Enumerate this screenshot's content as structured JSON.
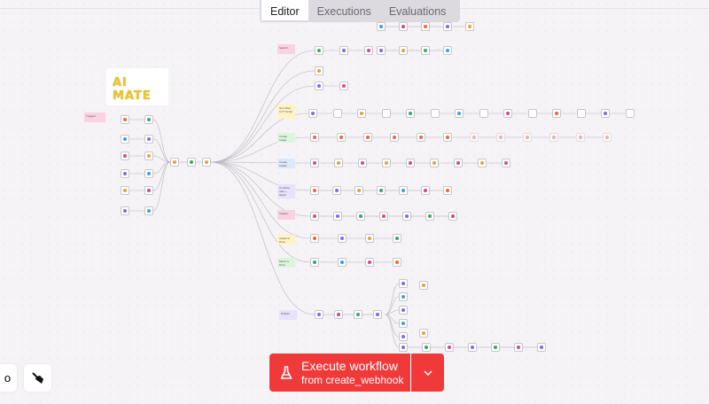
{
  "tabs": [
    {
      "label": "Editor",
      "active": true
    },
    {
      "label": "Executions"
    },
    {
      "label": "Evaluations"
    }
  ],
  "canvas": {
    "logo_text": "AI MATE",
    "stickies": [
      {
        "label": "Triggers",
        "color": "#f9d3df"
      },
      {
        "label": "Search",
        "color": "#f9d3df"
      },
      {
        "label": "Get Video & TT Script",
        "color": "#fdf3c4"
      },
      {
        "label": "Create Image",
        "color": "#dcf5dc"
      },
      {
        "label": "Create Avatar",
        "color": "#dde9fb"
      },
      {
        "label": "Combine Vids + Music",
        "color": "#e6e3fb"
      },
      {
        "label": "Caption",
        "color": "#f9d3df"
      },
      {
        "label": "Avatar to Drive",
        "color": "#fdf3c4"
      },
      {
        "label": "Music to Drive",
        "color": "#dcf5dc"
      },
      {
        "label": "Publish",
        "color": "#e6e3fb"
      }
    ]
  },
  "execute": {
    "title": "Execute workflow",
    "subtitle": "from create_webhook",
    "icon": "flask-icon",
    "color": "#f03a3a"
  },
  "toolbar": {
    "zoom_icon": "zoom-icon",
    "tidy_icon": "broom-icon"
  }
}
